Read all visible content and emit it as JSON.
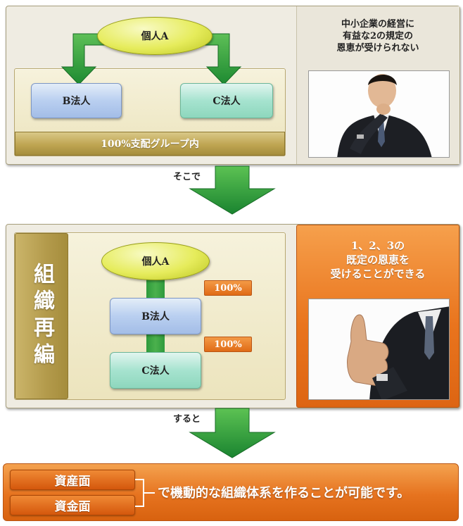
{
  "section1": {
    "person": "個人A",
    "company_b": "B法人",
    "company_c": "C法人",
    "group_label": "100%支配グループ内",
    "caption_lines": [
      "中小企業の経営に",
      "有益な2の規定の",
      "恩恵が受けられない"
    ]
  },
  "connector1": "そこで",
  "section2": {
    "side_label": "組織再編",
    "person": "個人A",
    "company_b": "B法人",
    "company_c": "C法人",
    "pct_1": "100%",
    "pct_2": "100%",
    "caption_lines": [
      "1、2、3の",
      "既定の恩恵を",
      "受けることができる"
    ]
  },
  "connector2": "すると",
  "bottom": {
    "tag_1": "資産面",
    "tag_2": "資金面",
    "summary": "で機動的な組織体系を作ることが可能です。"
  },
  "colors": {
    "green_arrow": "#2e9a3c",
    "orange": "#e6731f",
    "gold": "#b39a4b"
  }
}
